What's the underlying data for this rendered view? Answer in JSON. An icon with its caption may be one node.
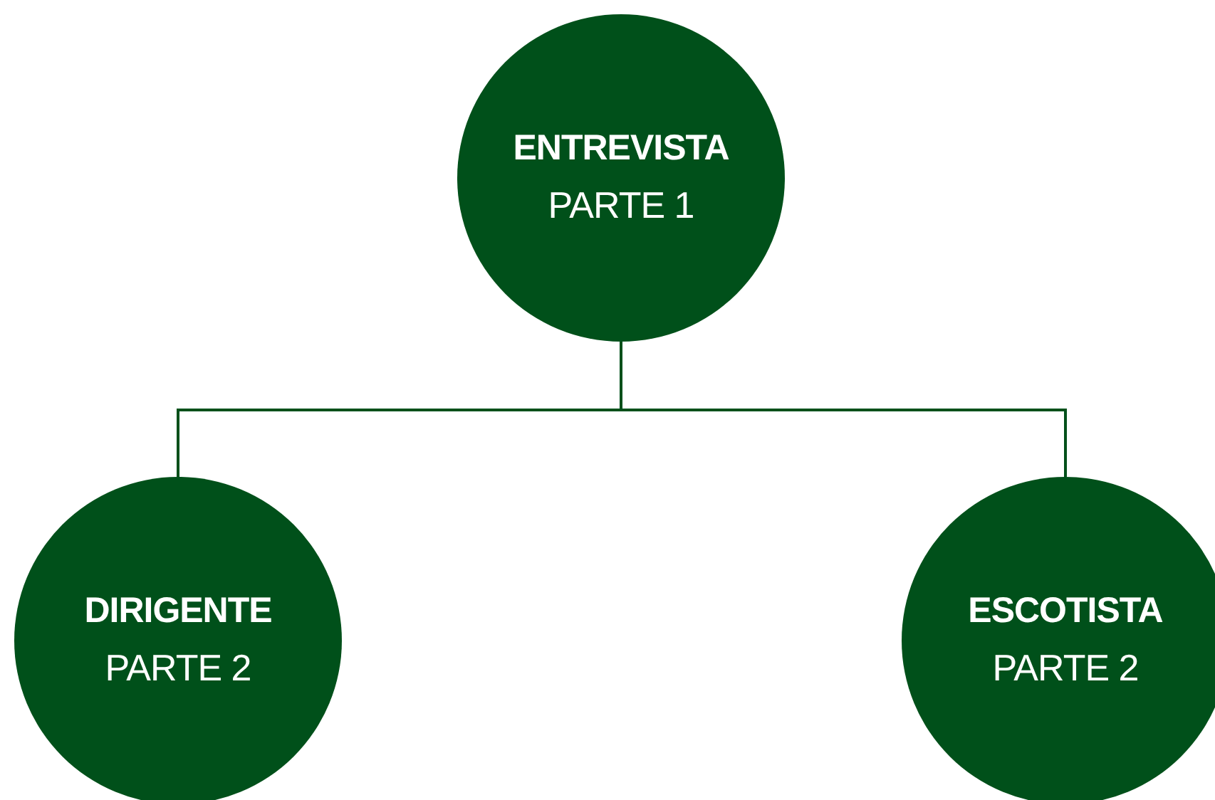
{
  "diagram": {
    "nodes": [
      {
        "text": [
          "ENTREVISTA",
          "PARTE 1"
        ]
      },
      {
        "text": [
          "DIRIGENTE",
          "PARTE 2"
        ]
      },
      {
        "text": [
          "ESCOTISTA",
          "PARTE 2"
        ]
      }
    ],
    "edges": [
      {
        "from": 0,
        "to": 1,
        "arrow": "none"
      },
      {
        "from": 0,
        "to": 2,
        "arrow": "none"
      }
    ]
  }
}
